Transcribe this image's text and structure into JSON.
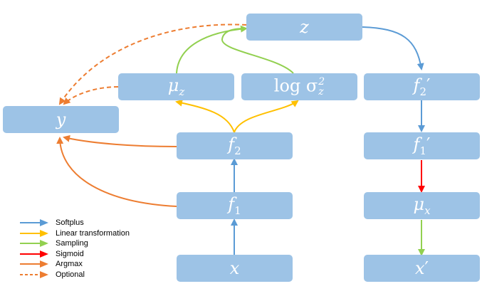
{
  "nodes": {
    "z": "z",
    "mu_z": "μ",
    "mu_z_sub": "z",
    "log_sigma": "log σ",
    "log_sigma_sup": "2",
    "log_sigma_sub": "z",
    "f2_prime": "f",
    "f2_prime_sub": "2",
    "f2_prime_mark": "′",
    "y": "y",
    "f2": "f",
    "f2_sub": "2",
    "f1_prime": "f",
    "f1_prime_sub": "1",
    "f1_prime_mark": "′",
    "f1": "f",
    "f1_sub": "1",
    "mu_x": "μ",
    "mu_x_sub": "x",
    "x": "x",
    "x_prime": "x",
    "x_prime_mark": "′"
  },
  "legend": [
    {
      "label": "Softplus",
      "color": "#5b9bd5",
      "dashed": false
    },
    {
      "label": "Linear transformation",
      "color": "#ffc000",
      "dashed": false
    },
    {
      "label": "Sampling",
      "color": "#92d050",
      "dashed": false
    },
    {
      "label": "Sigmoid",
      "color": "#ff0000",
      "dashed": false
    },
    {
      "label": "Argmax",
      "color": "#ed7d31",
      "dashed": false
    },
    {
      "label": "Optional",
      "color": "#ed7d31",
      "dashed": true
    }
  ],
  "colors": {
    "node_fill": "#9dc3e6",
    "node_text": "#ffffff",
    "softplus": "#5b9bd5",
    "linear": "#ffc000",
    "sampling": "#92d050",
    "sigmoid": "#ff0000",
    "argmax": "#ed7d31"
  }
}
